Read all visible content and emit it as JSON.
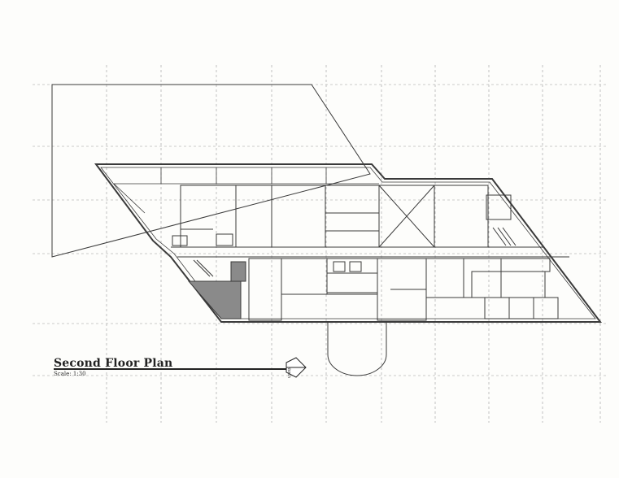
{
  "title": "Second Floor Plan",
  "scale": "Scale: 1:30",
  "north_label": "North",
  "colors": {
    "line": "#3a3a3a",
    "grid": "#9a9a9a",
    "fill_gray": "#8a8a8a",
    "paper": "#fdfdfb"
  }
}
